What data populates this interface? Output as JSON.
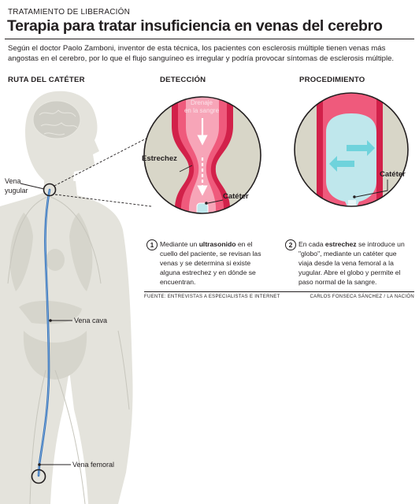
{
  "header": {
    "kicker": "TRATAMIENTO DE LIBERACIÓN",
    "title": "Terapia para tratar insuficiencia en venas del cerebro",
    "intro": "Según el doctor Paolo Zamboni, inventor de esta técnica, los pacientes con esclerosis múltiple tienen venas más angostas en el cerebro, por lo que el flujo sanguíneo es irregular y podría provocar síntomas de esclerosis múltiple."
  },
  "sections": {
    "route": "RUTA DEL CATÉTER",
    "detection": "DETECCIÓN",
    "procedure": "PROCEDIMIENTO"
  },
  "body_labels": {
    "jugular": "Vena\nyugular",
    "cava": "Vena cava",
    "femoral": "Vena femoral"
  },
  "detection_labels": {
    "drainage": "Drenaje\nen la sangre",
    "narrowing": "Estrechez",
    "catheter": "Catéter"
  },
  "procedure_labels": {
    "catheter": "Catéter"
  },
  "steps": [
    {
      "number": "1",
      "pre": "Mediante un ",
      "bold": "ultrasonido",
      "post": " en el cuello del paciente, se revisan las venas y se determina si existe alguna estrechez y en dónde se encuentran."
    },
    {
      "number": "2",
      "pre": "En cada ",
      "bold": "estrechez",
      "post": " se introduce un \"globo\", mediante un catéter que viaja desde la vena femoral a la yugular. Abre el globo y permite el paso normal de la sangre."
    }
  ],
  "footer": {
    "source": "FUENTE:  ENTREVISTAS A ESPECIALISTAS E INTERNET",
    "credit": "CARLOS FONSECA SÁNCHEZ / LA NACIÓN"
  },
  "colors": {
    "body_silhouette": "#e4e3dc",
    "body_detail": "#cfcec6",
    "vein_red": "#d2214a",
    "catheter_blue": "#2e6db4",
    "balloon": "#bfe7ec",
    "arrow_cyan": "#6fd3dc",
    "panel_bg": "#d8d6c8"
  }
}
